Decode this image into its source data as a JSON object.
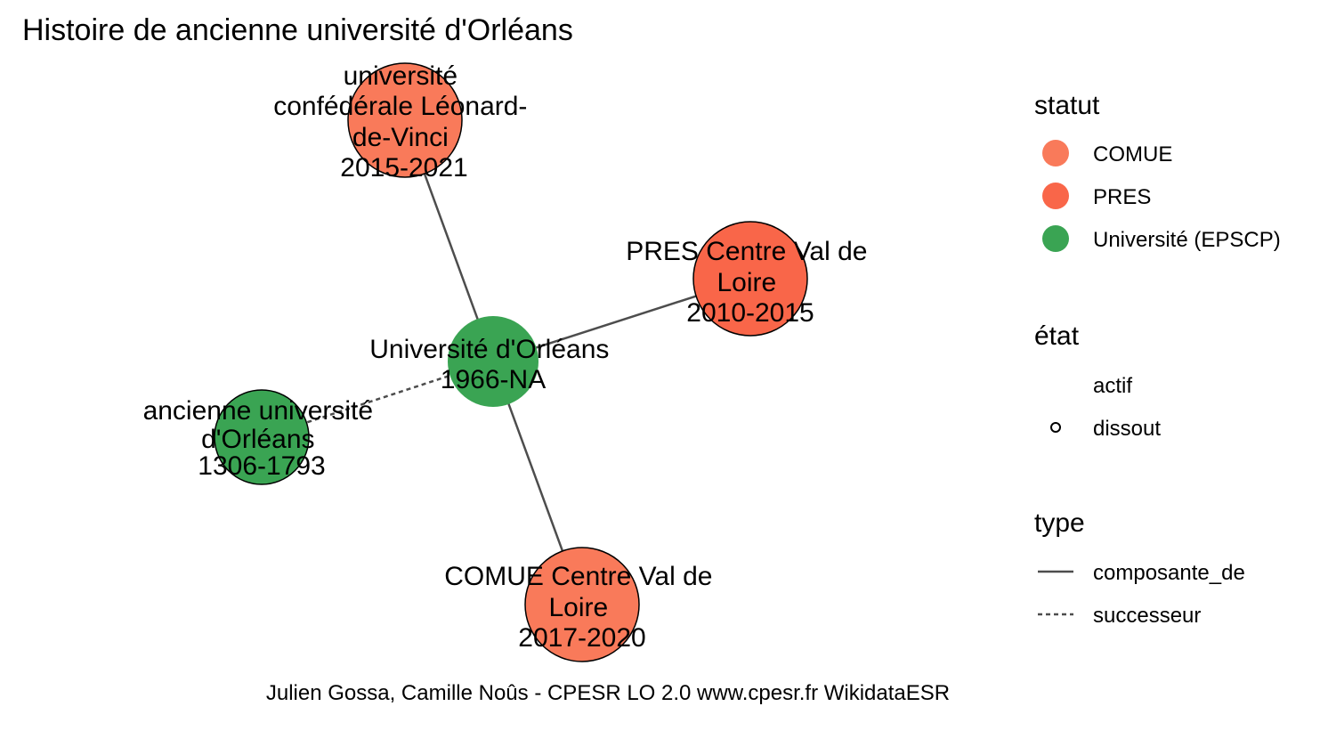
{
  "title": "Histoire de ancienne université d'Orléans",
  "caption": "Julien Gossa, Camille Noûs - CPESR LO 2.0 www.cpesr.fr WikidataESR",
  "colors": {
    "COMUE": "#f97a5a",
    "PRES": "#f96649",
    "Universite": "#3aa453",
    "edge": "#4d4d4d",
    "node_stroke": "#000000"
  },
  "nodes": [
    {
      "id": "leonard",
      "lines": [
        "université",
        "confédérale Léonard-",
        "de-Vinci",
        "2015-2021"
      ],
      "statut": "COMUE",
      "etat": "dissout"
    },
    {
      "id": "pres",
      "lines": [
        "PRES Centre Val de",
        "Loire",
        "2010-2015"
      ],
      "statut": "PRES",
      "etat": "dissout"
    },
    {
      "id": "orleans",
      "lines": [
        "Université d'Orléans",
        "1966-NA"
      ],
      "statut": "Université (EPSCP)",
      "etat": "actif"
    },
    {
      "id": "ancienne",
      "lines": [
        "ancienne université",
        "d'Orléans",
        "1306-1793"
      ],
      "statut": "Université (EPSCP)",
      "etat": "dissout"
    },
    {
      "id": "comue",
      "lines": [
        "COMUE Centre Val de",
        "Loire",
        "2017-2020"
      ],
      "statut": "COMUE",
      "etat": "dissout"
    }
  ],
  "edges": [
    {
      "from": "orleans",
      "to": "leonard",
      "type": "composante_de"
    },
    {
      "from": "orleans",
      "to": "pres",
      "type": "composante_de"
    },
    {
      "from": "orleans",
      "to": "comue",
      "type": "composante_de"
    },
    {
      "from": "ancienne",
      "to": "orleans",
      "type": "successeur"
    }
  ],
  "legend": {
    "statut": {
      "title": "statut",
      "items": [
        {
          "label": "COMUE",
          "color": "#f97a5a"
        },
        {
          "label": "PRES",
          "color": "#f96649"
        },
        {
          "label": "Université (EPSCP)",
          "color": "#3aa453"
        }
      ]
    },
    "etat": {
      "title": "état",
      "items": [
        {
          "label": "actif",
          "symbol": "none"
        },
        {
          "label": "dissout",
          "symbol": "circle-outline"
        }
      ]
    },
    "type": {
      "title": "type",
      "items": [
        {
          "label": "composante_de",
          "line": "solid"
        },
        {
          "label": "successeur",
          "line": "dashed"
        }
      ]
    }
  }
}
